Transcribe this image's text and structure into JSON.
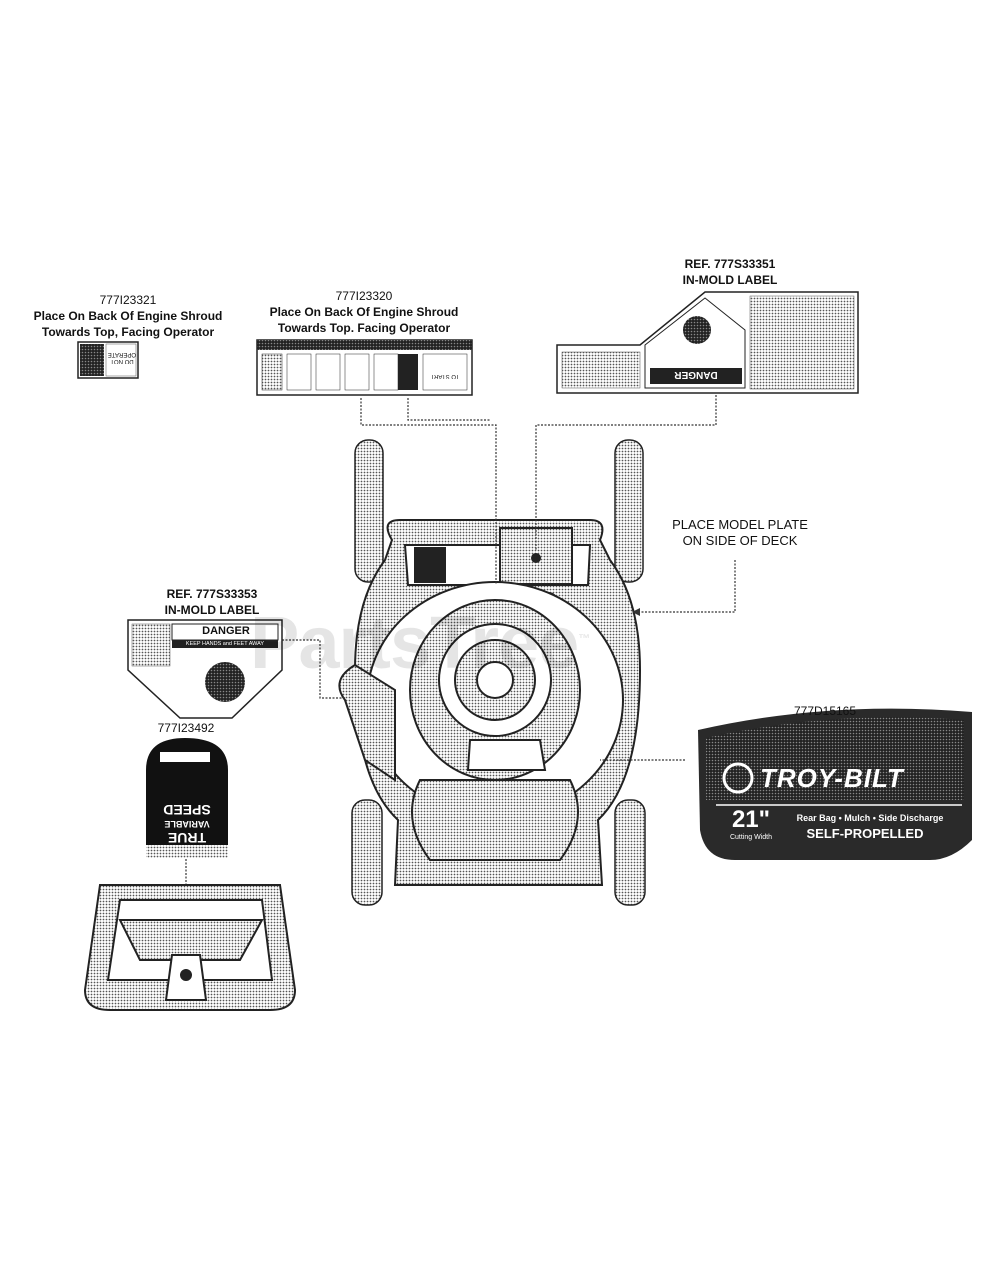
{
  "labels": {
    "decal_321": {
      "part": "777I23321",
      "line1": "Place On Back Of Engine Shroud",
      "line2": "Towards Top, Facing Operator",
      "sticker_text_1": "DO NOT",
      "sticker_text_2": "OPERATE"
    },
    "decal_320": {
      "part": "777I23320",
      "line1": "Place On Back Of Engine Shroud",
      "line2": "Towards Top. Facing Operator",
      "sticker_text": "TO START"
    },
    "danger_351": {
      "ref": "REF. 777S33351",
      "type": "IN-MOLD LABEL",
      "sticker_text": "DANGER"
    },
    "model_plate": {
      "line1": "PLACE MODEL PLATE",
      "line2": "ON SIDE OF DECK"
    },
    "danger_353": {
      "ref": "REF. 777S33353",
      "type": "IN-MOLD LABEL",
      "title": "DANGER",
      "subtitle": "KEEP HANDS and FEET AWAY"
    },
    "speed_492": {
      "part": "777I23492",
      "line1": "TRUE",
      "line2": "VARIABLE",
      "line3": "SPEED"
    },
    "brand_165": {
      "part": "777D15165",
      "brand": "TROY-BILT",
      "size": "21\"",
      "size_note": "Cutting Width",
      "features": "Rear Bag • Mulch • Side Discharge",
      "drive": "SELF-PROPELLED"
    }
  },
  "watermark": {
    "text": "PartsTree",
    "tm": "™"
  },
  "colors": {
    "ink": "#111111",
    "halftone": "#9a9a9a",
    "panel": "#2a2a2a"
  }
}
